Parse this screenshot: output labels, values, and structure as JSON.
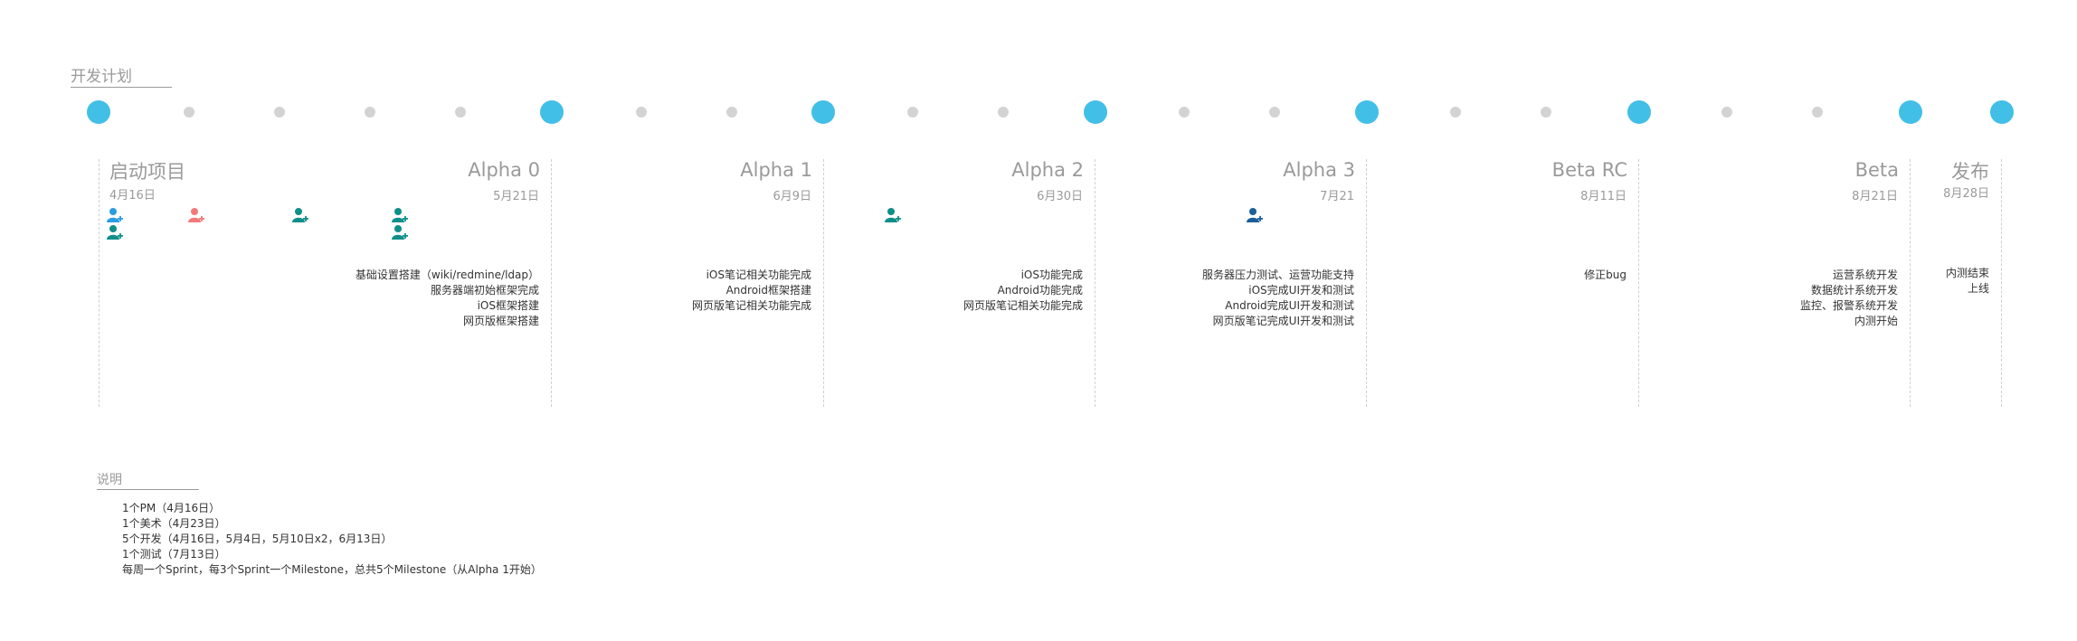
{
  "plan_title": "开发计划",
  "notes_title": "说明",
  "milestones": [
    {
      "name": "启动项目",
      "date": "4月16日",
      "tasks": []
    },
    {
      "name": "Alpha 0",
      "date": "5月21日",
      "tasks": [
        "基础设置搭建（wiki/redmine/ldap）",
        "服务器端初始框架完成",
        "iOS框架搭建",
        "网页版框架搭建"
      ]
    },
    {
      "name": "Alpha 1",
      "date": "6月9日",
      "tasks": [
        "iOS笔记相关功能完成",
        "Android框架搭建",
        "网页版笔记相关功能完成"
      ]
    },
    {
      "name": "Alpha 2",
      "date": "6月30日",
      "tasks": [
        "iOS功能完成",
        "Android功能完成",
        "网页版笔记相关功能完成"
      ]
    },
    {
      "name": "Alpha 3",
      "date": "7月21",
      "tasks": [
        "服务器压力测试、运营功能支持",
        "iOS完成UI开发和测试",
        "Android完成UI开发和测试",
        "网页版笔记完成UI开发和测试"
      ]
    },
    {
      "name": "Beta RC",
      "date": "8月11日",
      "tasks": [
        "修正bug"
      ]
    },
    {
      "name": "Beta",
      "date": "8月21日",
      "tasks": [
        "运营系统开发",
        "数据统计系统开发",
        "监控、报警系统开发",
        "内测开始"
      ]
    },
    {
      "name": "发布",
      "date": "8月28日",
      "tasks": [
        "内测结束",
        "上线"
      ]
    }
  ],
  "people_icons": [
    {
      "icon": "person-add-icon",
      "color": "#2a9de0"
    },
    {
      "icon": "person-add-icon",
      "color": "#0f8f8a"
    },
    {
      "icon": "person-add-icon",
      "color": "#f07a7a"
    },
    {
      "icon": "person-add-icon",
      "color": "#0f8f8a"
    },
    {
      "icon": "person-add-icon",
      "color": "#0f8f8a"
    },
    {
      "icon": "person-add-icon",
      "color": "#0f8f8a"
    },
    {
      "icon": "person-add-icon",
      "color": "#0f8f8a"
    },
    {
      "icon": "person-add-icon",
      "color": "#1b5f9a"
    }
  ],
  "notes": [
    "1个PM（4月16日）",
    "1个美术（4月23日）",
    "5个开发（4月16日，5月4日，5月10日x2，6月13日）",
    "1个测试（7月13日）",
    "每周一个Sprint，每3个Sprint一个Milestone，总共5个Milestone（从Alpha 1开始）"
  ],
  "colors": {
    "milestone_dot": "#42bfe6",
    "sprint_dot": "#d3d3d3",
    "muted_text": "#9a9a9a"
  }
}
